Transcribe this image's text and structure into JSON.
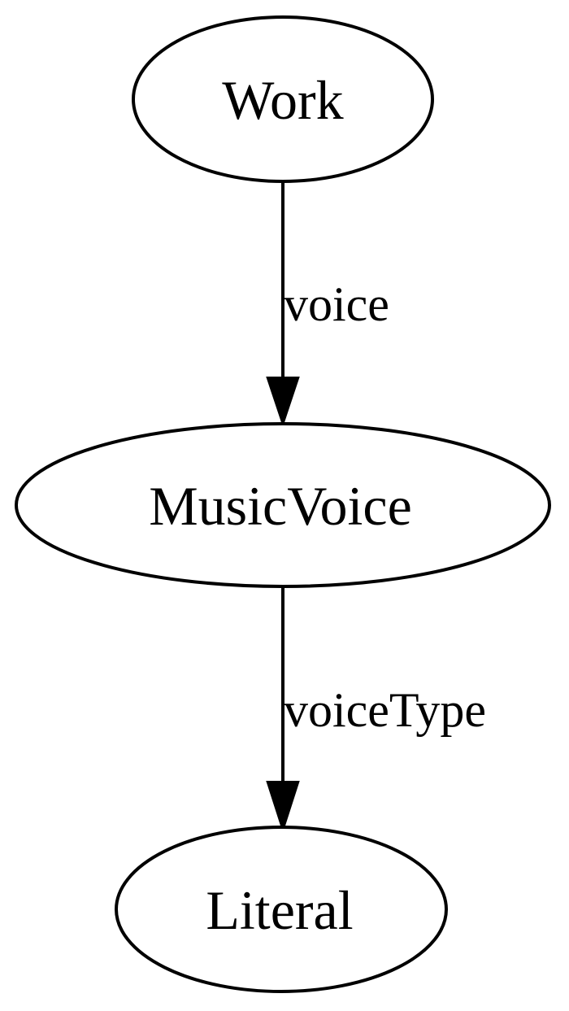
{
  "nodes": {
    "work": "Work",
    "music_voice": "MusicVoice",
    "literal": "Literal"
  },
  "edges": {
    "voice": "voice",
    "voice_type": "voiceType"
  }
}
